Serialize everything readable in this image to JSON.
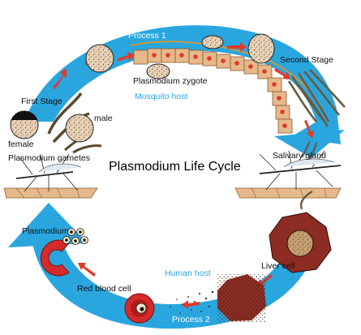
{
  "title": "Plasmodium Life Cycle",
  "labels": {
    "process_1": "Process 1",
    "process_2": "Process 2",
    "mosquito_host": "Mosquito host",
    "human_host": "Human host",
    "first_stage": "First Stage",
    "second_stage": "Second Stage",
    "female": "female",
    "male": "male",
    "plasmodium_gametes": "Plasmodium gametes",
    "plasmodium_zygote": "Plasmodium zygote",
    "salivary_gland": "Salivary gland",
    "liver_cell": "Liver cell",
    "red_blood_cell": "Red blood cell",
    "plasmodium": "Plasmodium"
  },
  "colors": {
    "cycle_blue": "#2aa6df",
    "arrow_red": "#e03a2a",
    "cell_tan": "#e6b98a",
    "gamete_fill": "#e8d3b8",
    "liver_cell": "#8c2c22",
    "rbc_red": "#d42a2a"
  }
}
